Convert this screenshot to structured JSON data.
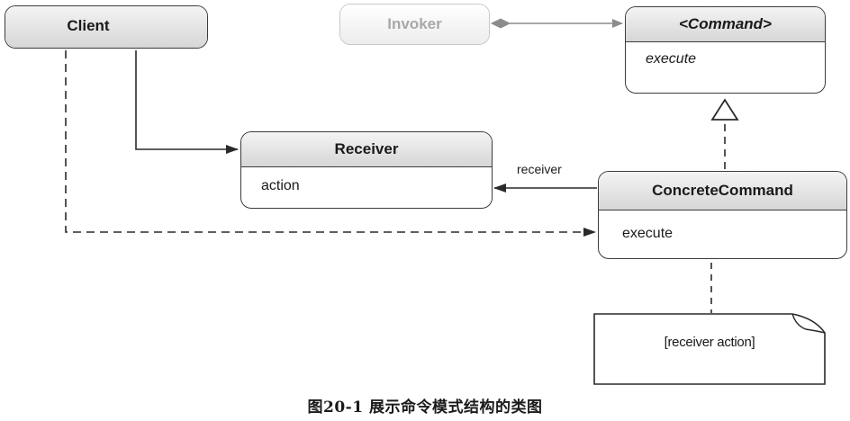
{
  "classes": {
    "client": {
      "name": "Client"
    },
    "invoker": {
      "name": "Invoker"
    },
    "command": {
      "name": "<Command>",
      "operation": "execute"
    },
    "receiver": {
      "name": "Receiver",
      "operation": "action"
    },
    "concrete_command": {
      "name": "ConcreteCommand",
      "operation": "execute"
    }
  },
  "association_label": "receiver",
  "note": {
    "text": "[receiver action]"
  },
  "caption": "图20-1    展示命令模式结构的类图"
}
